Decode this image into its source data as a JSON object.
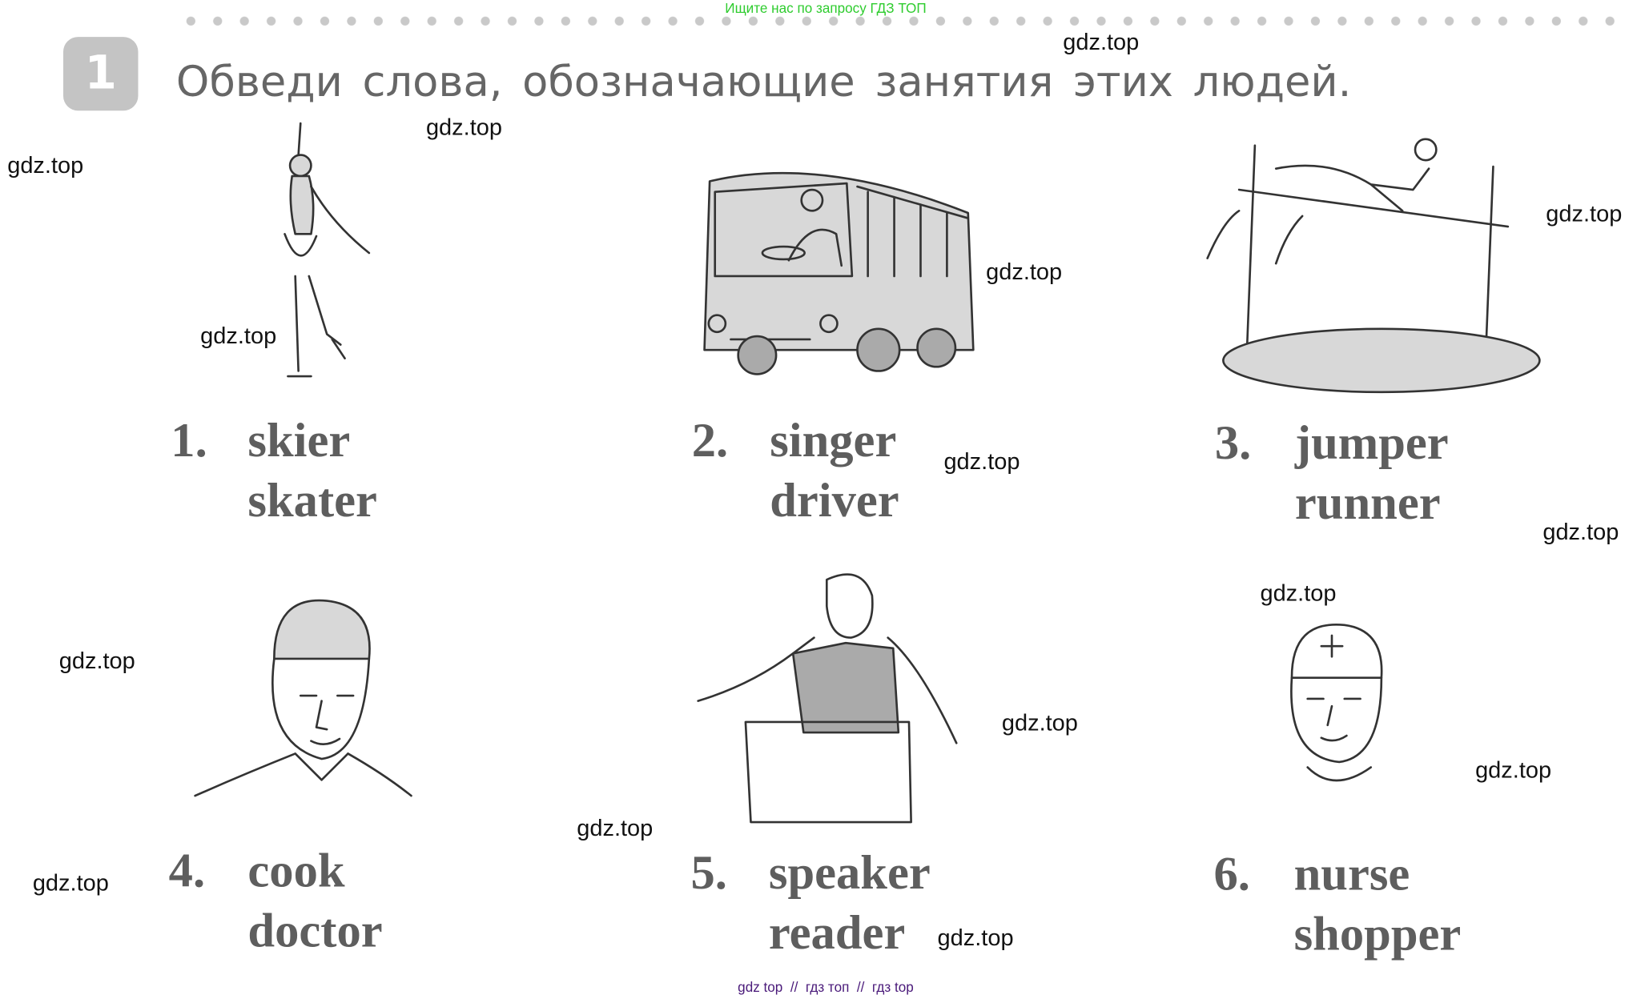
{
  "header": {
    "promo_text": "Ищите нас по запросу ГДЗ ТОП"
  },
  "exercise": {
    "number": "1",
    "instruction": "Обведи слова, обозначающие занятия этих людей."
  },
  "items": [
    {
      "num": "1.",
      "options": [
        "skier",
        "skater"
      ],
      "picture": "figure-skater"
    },
    {
      "num": "2.",
      "options": [
        "singer",
        "driver"
      ],
      "picture": "bus-driver"
    },
    {
      "num": "3.",
      "options": [
        "jumper",
        "runner"
      ],
      "picture": "high-jumper"
    },
    {
      "num": "4.",
      "options": [
        "cook",
        "doctor"
      ],
      "picture": "cook"
    },
    {
      "num": "5.",
      "options": [
        "speaker",
        "reader"
      ],
      "picture": "speaker"
    },
    {
      "num": "6.",
      "options": [
        "nurse",
        "shopper"
      ],
      "picture": "nurse"
    }
  ],
  "watermarks": [
    "gdz.top",
    "gdz.top",
    "gdz.top",
    "gdz.top",
    "gdz.top",
    "gdz.top",
    "gdz.top",
    "gdz.top",
    "gdz.top",
    "gdz.top",
    "gdz.top",
    "gdz.top",
    "gdz.top",
    "gdz.top",
    "gdz.top"
  ],
  "footer": {
    "text": "gdz top  //  гдз топ  //  гдз top"
  }
}
